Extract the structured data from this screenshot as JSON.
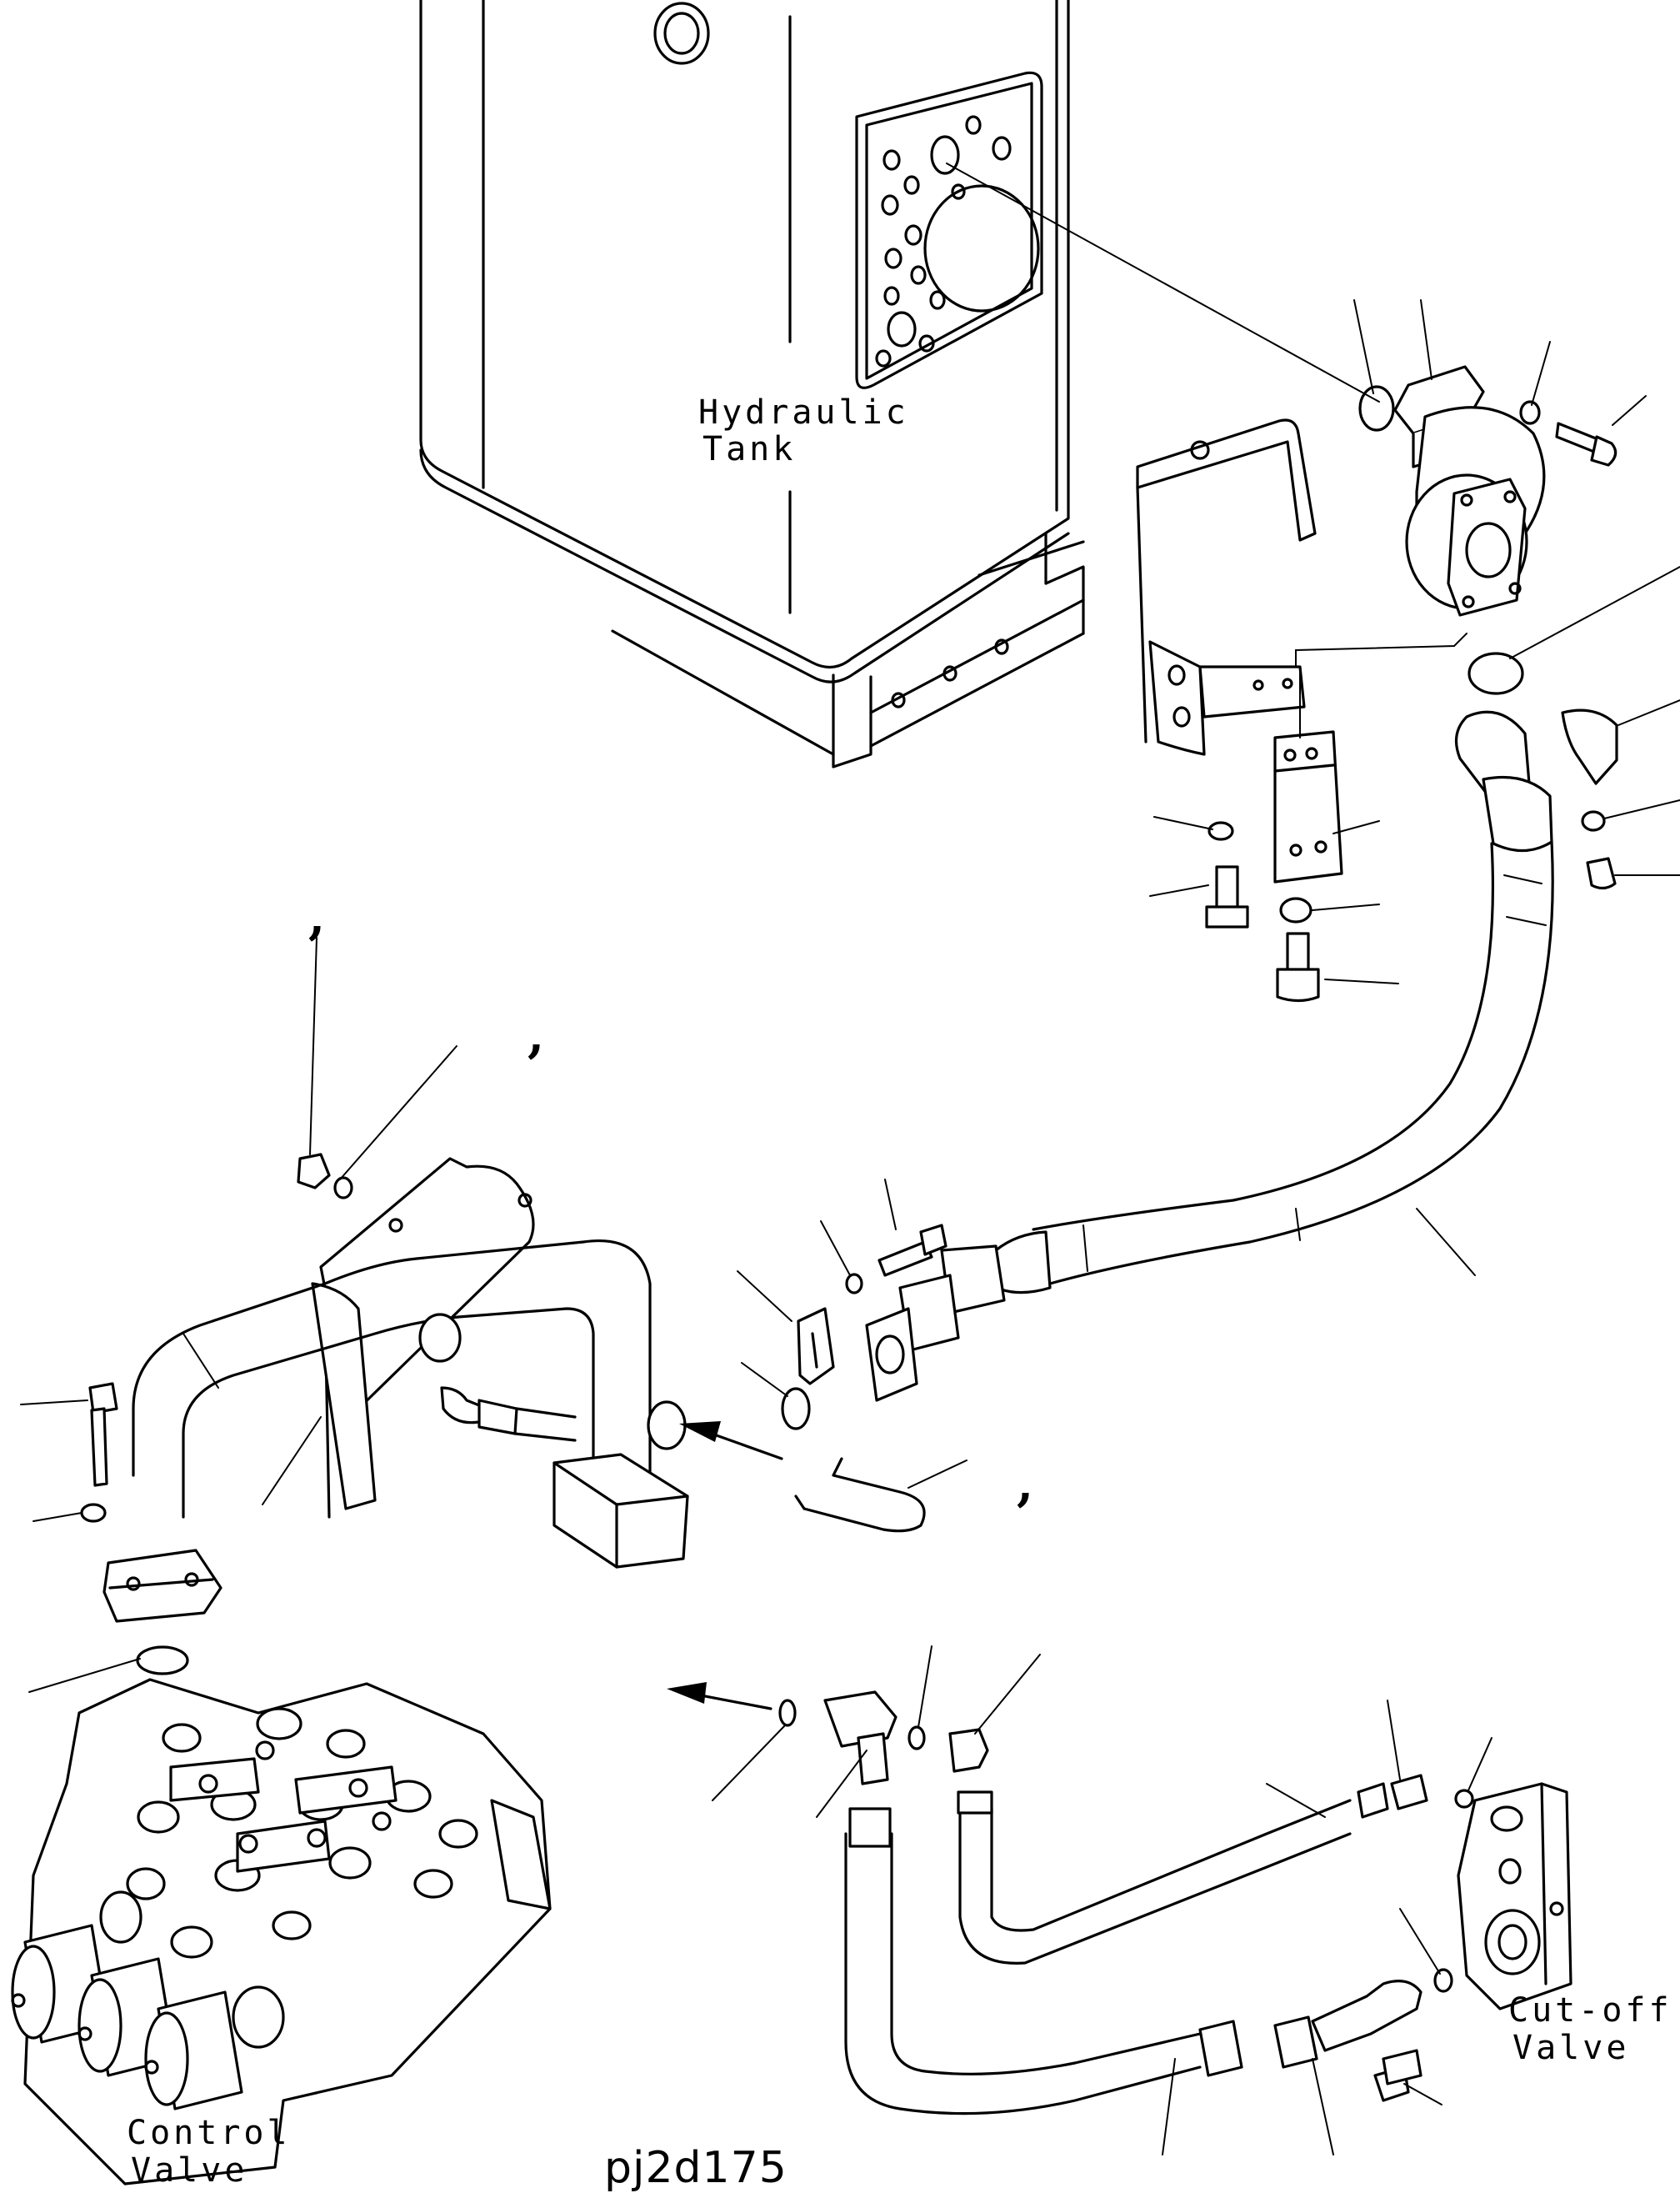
{
  "labels": {
    "hydraulic_tank": [
      "Hydraulic",
      "Tank"
    ],
    "control_valve": [
      "Control",
      "Valve"
    ],
    "cut_off_valve": [
      "Cut-off",
      "Valve"
    ],
    "drawing_code": "pj2d175"
  },
  "marks": [
    ",",
    ",",
    ","
  ]
}
